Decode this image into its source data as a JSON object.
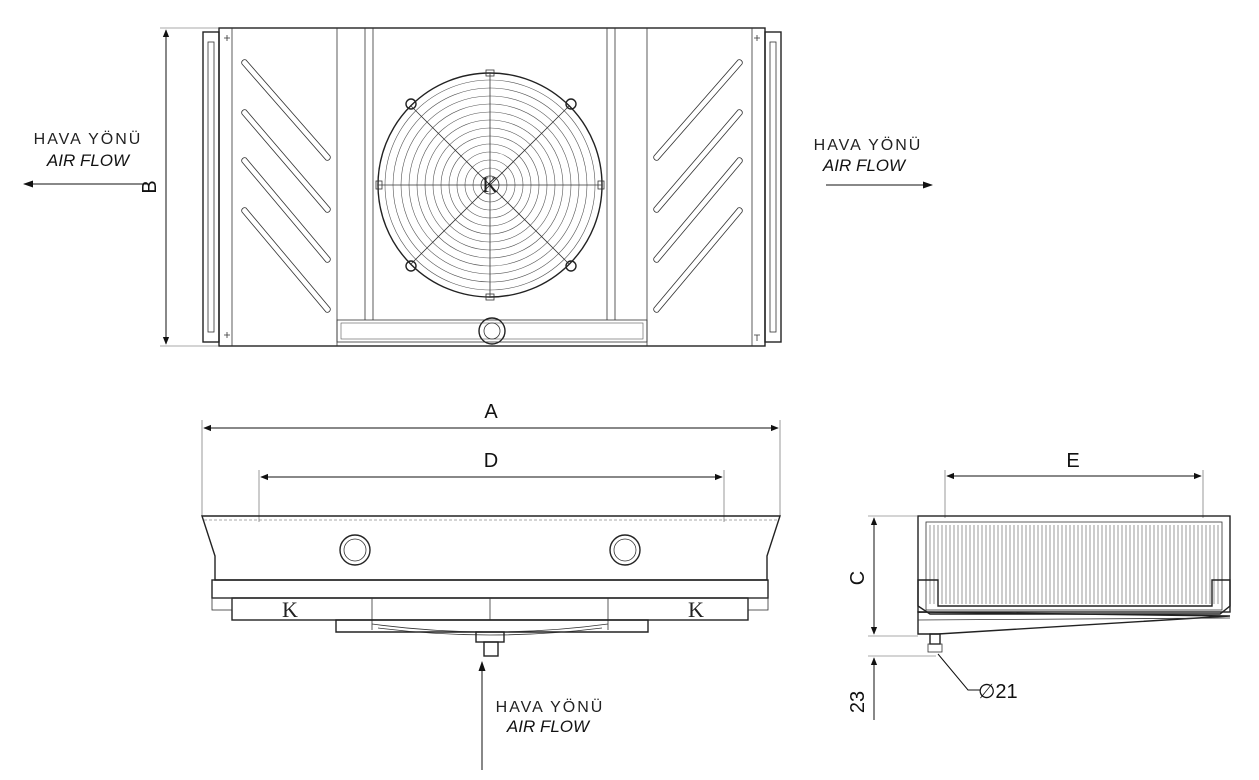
{
  "airflow": {
    "hava_yonu": "HAVA YÖNÜ",
    "air_flow": "AIR FLOW"
  },
  "dimensions": {
    "a": "A",
    "b": "B",
    "c": "C",
    "d": "D",
    "e": "E",
    "height_23": "23",
    "drain_diameter": "∅21"
  },
  "brand_mark": "K"
}
